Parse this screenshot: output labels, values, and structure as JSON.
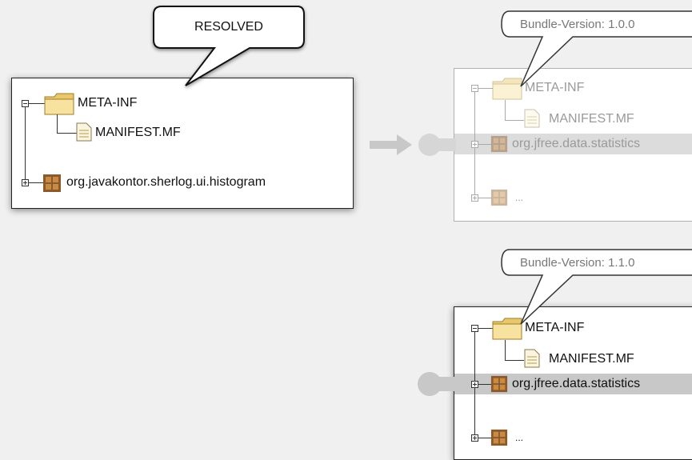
{
  "left_tree": {
    "callout": "RESOLVED",
    "folder_label": "META-INF",
    "manifest_label": "MANIFEST.MF",
    "package_label": "org.javakontor.sherlog.ui.histogram"
  },
  "top_right_tree": {
    "callout": "Bundle-Version: 1.0.0",
    "folder_label": "META-INF",
    "manifest_label": "MANIFEST.MF",
    "package_label": "org.jfree.data.statistics",
    "more_label": "..."
  },
  "bottom_right_tree": {
    "callout": "Bundle-Version: 1.1.0",
    "folder_label": "META-INF",
    "manifest_label": "MANIFEST.MF",
    "package_label": "org.jfree.data.statistics",
    "more_label": "..."
  },
  "colors": {
    "background": "#f0f0f0",
    "folder": "#f3d57a",
    "package": "#8a5a2b",
    "connector": "#c8c8c8"
  },
  "icons": [
    "folder-icon",
    "manifest-file-icon",
    "package-icon",
    "expand-icon",
    "collapse-icon",
    "arrow-icon"
  ]
}
